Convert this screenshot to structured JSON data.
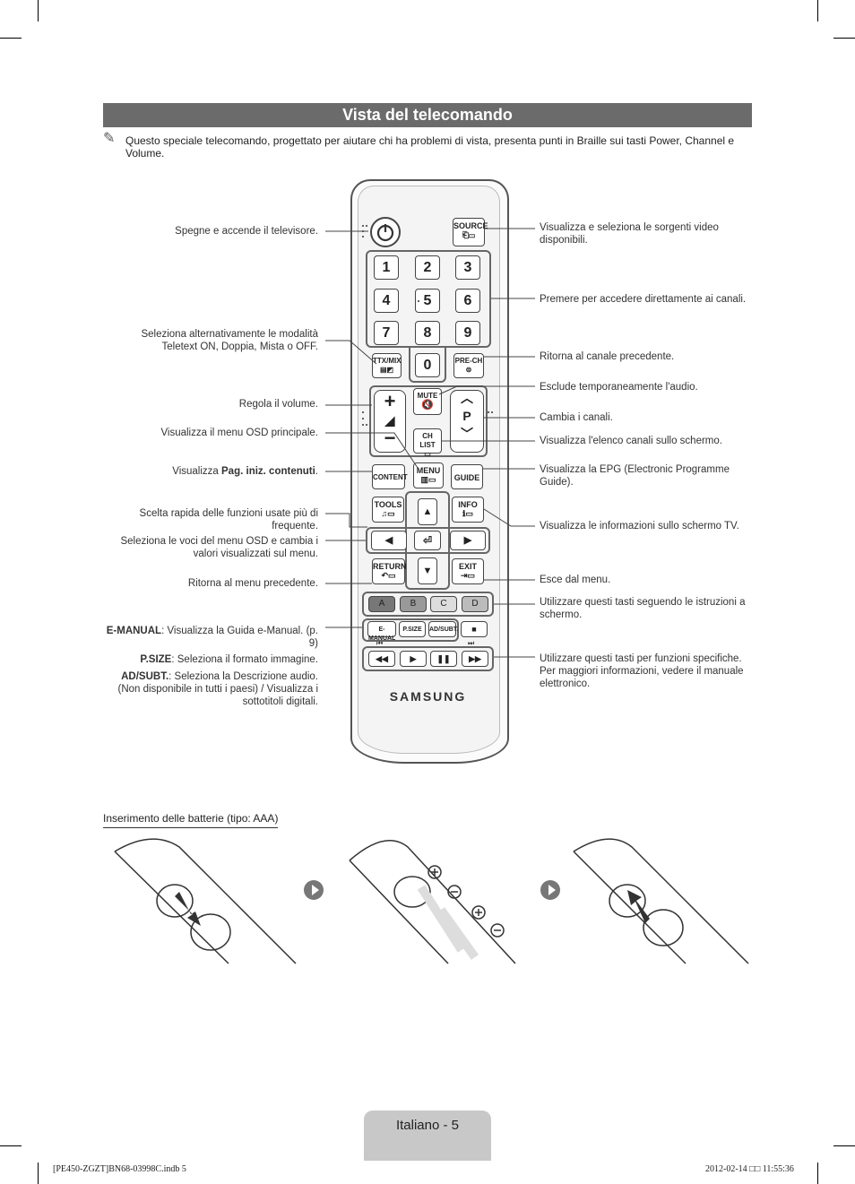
{
  "header": {
    "title": "Vista del telecomando"
  },
  "note": {
    "icon": "pencil-note-icon",
    "text": "Questo speciale telecomando, progettato per aiutare chi ha problemi di vista, presenta punti in Braille sui tasti Power, Channel e Volume."
  },
  "left_labels": {
    "power": "Spegne e accende il televisore.",
    "teletext": "Seleziona alternativamente le modalità Teletext ON, Doppia, Mista o OFF.",
    "volume": "Regola il volume.",
    "menu": "Visualizza il menu OSD principale.",
    "content_prefix": "Visualizza ",
    "content_bold": "Pag. iniz. contenuti",
    "content_suffix": ".",
    "tools": "Scelta rapida delle funzioni usate più di frequente.",
    "arrows": "Seleziona le voci del menu OSD e cambia i valori visualizzati sul menu.",
    "return": "Ritorna al menu precedente.",
    "emanual_bold": "E-MANUAL",
    "emanual_text": ": Visualizza la Guida e-Manual. (p. 9)",
    "psize_bold": "P.SIZE",
    "psize_text": ": Seleziona il formato immagine.",
    "adsubt_bold": "AD/SUBT.",
    "adsubt_text": ": Seleziona la Descrizione audio. (Non disponibile in tutti i paesi) / Visualizza i sottotitoli digitali."
  },
  "right_labels": {
    "source": "Visualizza e seleziona le sorgenti video disponibili.",
    "numbers": "Premere per accedere direttamente ai canali.",
    "prech": "Ritorna al canale precedente.",
    "mute": "Esclude temporaneamente l'audio.",
    "channel": "Cambia i canali.",
    "chlist": "Visualizza l'elenco canali sullo schermo.",
    "guide": "Visualizza la EPG (Electronic Programme Guide).",
    "info": "Visualizza le informazioni sullo schermo TV.",
    "exit": "Esce dal menu.",
    "colors": "Utilizzare questi tasti seguendo le istruzioni a schermo.",
    "media": "Utilizzare questi tasti per funzioni specifiche. Per maggiori informazioni, vedere il manuale elettronico."
  },
  "remote": {
    "source": "SOURCE",
    "digits": [
      "1",
      "2",
      "3",
      "4",
      "5",
      "6",
      "7",
      "8",
      "9",
      "0"
    ],
    "ttxmix": "TTX/MIX",
    "prech": "PRE-CH",
    "mute": "MUTE",
    "chlist": "CH LIST",
    "p": "P",
    "content": "CONTENT",
    "menu": "MENU",
    "guide": "GUIDE",
    "tools": "TOOLS",
    "info": "INFO",
    "return": "RETURN",
    "exit": "EXIT",
    "colors": [
      "A",
      "B",
      "C",
      "D"
    ],
    "emanual": "E-MANUAL",
    "psize": "P.SIZE",
    "adsubt": "AD/SUBT.",
    "brand": "SAMSUNG"
  },
  "battery": {
    "title": "Inserimento delle batterie (tipo: AAA)"
  },
  "footer": {
    "page": "Italiano - 5",
    "file": "[PE450-ZGZT]BN68-03998C.indb   5",
    "date": "2012-02-14   □□ 11:55:36"
  },
  "colors": {
    "title_bar": "#6b6b6b",
    "footer_tab": "#c8c8c8",
    "key_a": "#777777",
    "key_b": "#999999",
    "key_c": "#dddddd",
    "key_d": "#bbbbbb"
  }
}
